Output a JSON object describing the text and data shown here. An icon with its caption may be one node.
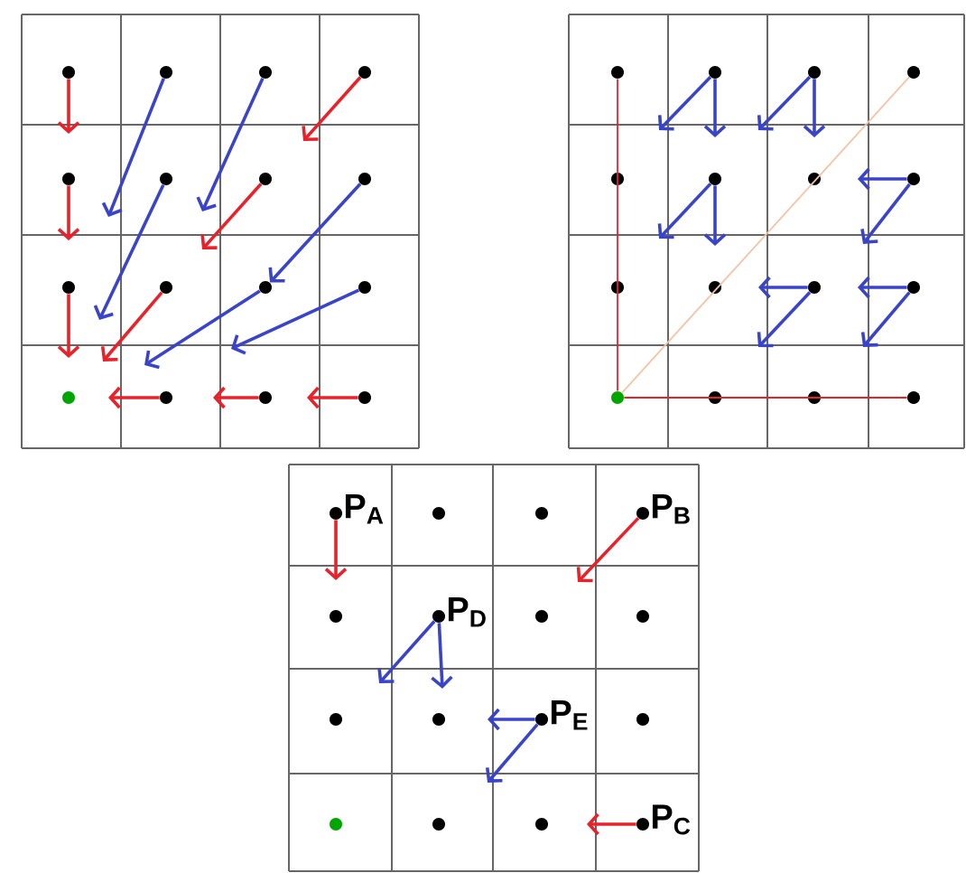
{
  "diagram": {
    "nodes": [
      {
        "text": [],
        "shape": "circle"
      },
      {
        "text": [],
        "shape": "circle"
      },
      {
        "text": [],
        "shape": "circle"
      },
      {
        "text": [],
        "shape": "circle"
      },
      {
        "text": [],
        "shape": "circle"
      },
      {
        "text": [],
        "shape": "circle"
      },
      {
        "text": [],
        "shape": "circle"
      },
      {
        "text": [],
        "shape": "circle"
      },
      {
        "text": [],
        "shape": "circle"
      },
      {
        "text": [],
        "shape": "circle"
      },
      {
        "text": [],
        "shape": "circle"
      },
      {
        "text": [],
        "shape": "circle"
      },
      {
        "text": [],
        "shape": "circle"
      },
      {
        "text": [],
        "shape": "circle"
      },
      {
        "text": [],
        "shape": "circle"
      },
      {
        "text": [],
        "shape": "circle"
      },
      {
        "text": [],
        "shape": "circle"
      },
      {
        "text": [],
        "shape": "circle"
      },
      {
        "text": [],
        "shape": "circle"
      },
      {
        "text": [],
        "shape": "circle"
      },
      {
        "text": [],
        "shape": "circle"
      },
      {
        "text": [],
        "shape": "circle"
      },
      {
        "text": [],
        "shape": "circle"
      },
      {
        "text": [],
        "shape": "circle"
      },
      {
        "text": [],
        "shape": "circle"
      },
      {
        "text": [],
        "shape": "circle"
      },
      {
        "text": [],
        "shape": "circle"
      },
      {
        "text": [],
        "shape": "circle"
      },
      {
        "text": [],
        "shape": "circle"
      },
      {
        "text": [],
        "shape": "circle"
      },
      {
        "text": [],
        "shape": "circle"
      },
      {
        "text": [],
        "shape": "circle"
      },
      {
        "text": [],
        "shape": "circle",
        "beside": [
          "P$_{A}$"
        ]
      },
      {
        "text": [],
        "shape": "circle"
      },
      {
        "text": [],
        "shape": "circle"
      },
      {
        "text": [],
        "shape": "circle",
        "beside": [
          "P$_{B}$"
        ]
      },
      {
        "text": [],
        "shape": "circle"
      },
      {
        "text": [],
        "shape": "circle",
        "beside": [
          "P$_{D}$"
        ]
      },
      {
        "text": [],
        "shape": "circle"
      },
      {
        "text": [],
        "shape": "circle"
      },
      {
        "text": [],
        "shape": "circle"
      },
      {
        "text": [],
        "shape": "circle"
      },
      {
        "text": [],
        "shape": "circle",
        "beside": [
          "P$_{E}$"
        ]
      },
      {
        "text": [],
        "shape": "circle"
      },
      {
        "text": [],
        "shape": "circle"
      },
      {
        "text": [],
        "shape": "circle"
      },
      {
        "text": [],
        "shape": "circle"
      },
      {
        "text": [],
        "shape": "circle",
        "beside": [
          "P$_{C}$"
        ]
      }
    ],
    "edges": [
      {
        "from": 0,
        "to": null,
        "arrow": "to",
        "color": "#e8222a"
      },
      {
        "from": 4,
        "to": null,
        "arrow": "to",
        "color": "#e8222a"
      },
      {
        "from": 8,
        "to": null,
        "arrow": "to",
        "color": "#e8222a"
      },
      {
        "from": 13,
        "to": null,
        "arrow": "to",
        "color": "#e8222a"
      },
      {
        "from": 14,
        "to": null,
        "arrow": "to",
        "color": "#e8222a"
      },
      {
        "from": 15,
        "to": null,
        "arrow": "to",
        "color": "#e8222a"
      },
      {
        "from": 3,
        "to": null,
        "arrow": "to",
        "color": "#e8222a"
      },
      {
        "from": 6,
        "to": null,
        "arrow": "to",
        "color": "#e8222a"
      },
      {
        "from": 9,
        "to": null,
        "arrow": "to",
        "color": "#e8222a"
      },
      {
        "from": 1,
        "to": null,
        "arrow": "to"
      },
      {
        "from": 2,
        "to": null,
        "arrow": "to"
      },
      {
        "from": 5,
        "to": null,
        "arrow": "to"
      },
      {
        "from": 7,
        "to": 10,
        "arrow": "to"
      },
      {
        "from": 10,
        "to": null,
        "arrow": "to"
      },
      {
        "from": 11,
        "to": null,
        "arrow": "to"
      },
      {
        "from": 28,
        "to": 16,
        "arrow": "none",
        "color": "#e8222a"
      },
      {
        "from": 28,
        "to": 31,
        "arrow": "none",
        "color": "#e8222a"
      },
      {
        "from": 28,
        "to": 19,
        "arrow": "none",
        "color": "#f2c4a8"
      },
      {
        "from": 17,
        "to": null,
        "arrow": "to"
      },
      {
        "from": 17,
        "to": null,
        "arrow": "to"
      },
      {
        "from": 18,
        "to": null,
        "arrow": "to"
      },
      {
        "from": 18,
        "to": null,
        "arrow": "to"
      },
      {
        "from": 21,
        "to": null,
        "arrow": "to"
      },
      {
        "from": 21,
        "to": null,
        "arrow": "to"
      },
      {
        "from": 23,
        "to": null,
        "arrow": "to"
      },
      {
        "from": 23,
        "to": null,
        "arrow": "to"
      },
      {
        "from": 26,
        "to": null,
        "arrow": "to"
      },
      {
        "from": 26,
        "to": null,
        "arrow": "to"
      },
      {
        "from": 27,
        "to": null,
        "arrow": "to"
      },
      {
        "from": 27,
        "to": null,
        "arrow": "to"
      },
      {
        "from": 32,
        "to": null,
        "arrow": "to",
        "color": "#e8222a"
      },
      {
        "from": 35,
        "to": null,
        "arrow": "to",
        "color": "#e8222a"
      },
      {
        "from": 47,
        "to": null,
        "arrow": "to",
        "color": "#e8222a"
      },
      {
        "from": 37,
        "to": null,
        "arrow": "to"
      },
      {
        "from": 37,
        "to": null,
        "arrow": "to"
      },
      {
        "from": 42,
        "to": null,
        "arrow": "to"
      },
      {
        "from": 42,
        "to": null,
        "arrow": "to"
      }
    ]
  }
}
